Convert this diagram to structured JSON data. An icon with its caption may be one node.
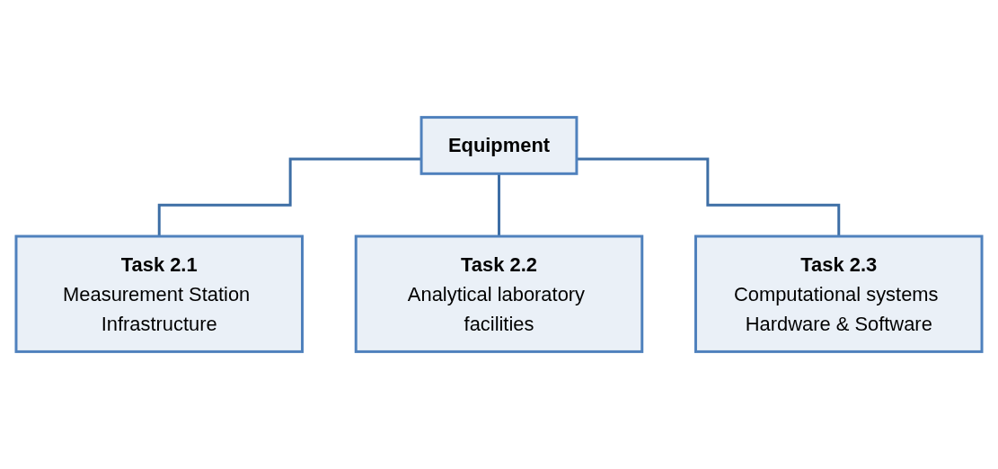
{
  "diagram": {
    "nodes": [
      {
        "text": [
          "Equipment"
        ]
      },
      {
        "text": [
          "Task 2.1",
          "Measurement Station Infrastructure"
        ]
      },
      {
        "text": [
          "Task 2.2",
          "Analytical laboratory facilities"
        ]
      },
      {
        "text": [
          "Task 2.3",
          "Computational systems Hardware & Software"
        ]
      }
    ],
    "edges": [
      {
        "from": 0,
        "to": 1,
        "arrow": "none"
      },
      {
        "from": 0,
        "to": 2,
        "arrow": "none"
      },
      {
        "from": 0,
        "to": 3,
        "arrow": "none"
      }
    ]
  }
}
